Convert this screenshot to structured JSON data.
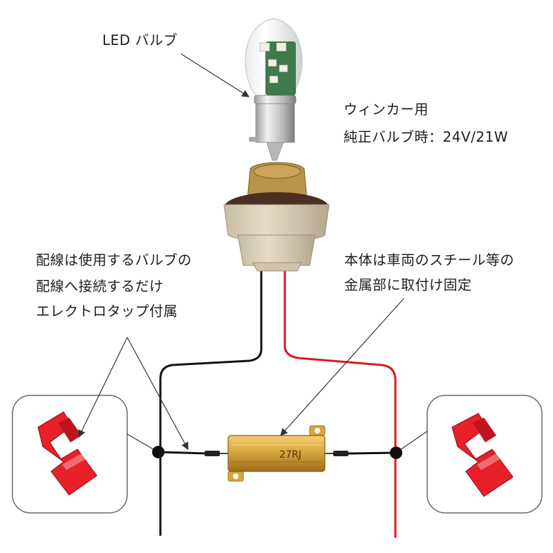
{
  "labels": {
    "led_bulb": "LED バルブ",
    "turn_signal_use": "ウィンカー用",
    "stock_bulb": "純正バルブ時：24V/21W",
    "body_mount_line1": "本体は車両のスチール等の",
    "body_mount_line2": "金属部に取付け固定",
    "wiring_line1": "配線は使用するバルブの",
    "wiring_line2": "配線へ接続するだけ",
    "wiring_line3": "エレクトロタップ付属"
  },
  "resistor": {
    "marking": "27RJ"
  },
  "colors": {
    "negative_wire": "#111111",
    "positive_wire": "#e0141e",
    "resistor_body": "#d9a63c",
    "tap_connector": "#e8202a",
    "socket": "#d8ccb4"
  }
}
